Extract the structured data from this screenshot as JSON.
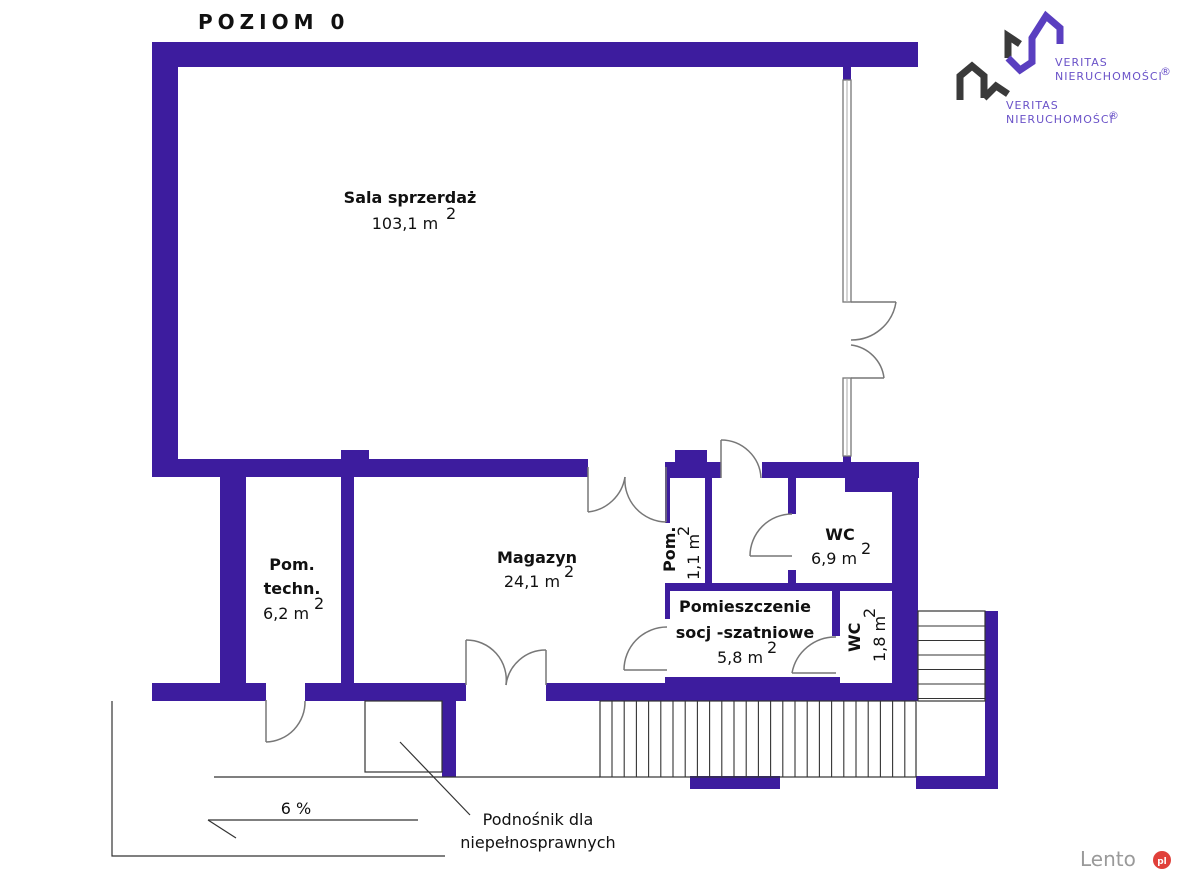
{
  "title": "POZIOM 0",
  "logo": {
    "line1": "VERITAS",
    "line2": "NIERUCHOMOŚCI",
    "reg": "®"
  },
  "rooms": {
    "sala": {
      "name": "Sala sprzerdaż",
      "area": "103,1 m",
      "unit_sup": "2"
    },
    "magazyn": {
      "name": "Magazyn",
      "area": "24,1 m",
      "unit_sup": "2"
    },
    "pom_techn": {
      "name1": "Pom.",
      "name2": "techn.",
      "area": "6,2 m",
      "unit_sup": "2"
    },
    "pom": {
      "name": "Pom.",
      "area": "1,1 m",
      "unit_sup": "2"
    },
    "wc1": {
      "name": "WC",
      "area": "6,9 m",
      "unit_sup": "2"
    },
    "socj": {
      "name1": "Pomieszczenie",
      "name2": "socj -szatniowe",
      "area": "5,8 m",
      "unit_sup": "2"
    },
    "wc2": {
      "name": "WC",
      "area": "1,8 m",
      "unit_sup": "2"
    }
  },
  "annotations": {
    "slope": "6 %",
    "lift1": "Podnośnik dla",
    "lift2": "niepełnosprawnych"
  },
  "watermark": {
    "text": "Lento",
    "badge": "pl"
  },
  "colors": {
    "wall": "#3d1c9e",
    "logo_dark": "#3a3a3a",
    "logo_accent": "#5a3fc0"
  }
}
